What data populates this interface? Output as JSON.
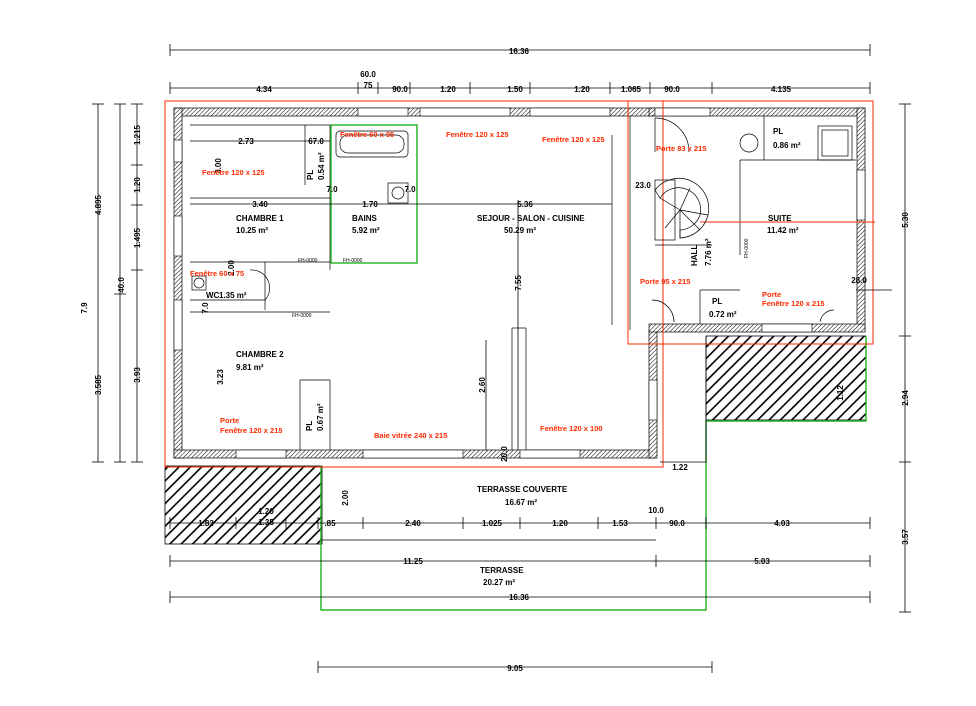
{
  "colors": {
    "annotation": "#ff2a00",
    "terrace_outline": "#22b022",
    "lines": "#000000"
  },
  "top_dims": {
    "overall": "16.36",
    "segments": [
      "4.34",
      "60.0",
      "75",
      "90.0",
      "1.20",
      "1.50",
      "1.20",
      "1.065",
      "90.0",
      "4.135"
    ]
  },
  "left_dims": {
    "outer": [
      "7.9"
    ],
    "middle": [
      "4.895",
      "40.0",
      "3.585"
    ],
    "inner": [
      "1.215",
      "1.20",
      "1.495",
      "3.93"
    ]
  },
  "right_dims": [
    "5.30",
    "2.94",
    "3.57"
  ],
  "bottom_dims": {
    "row1": [
      "1.83",
      "1.20",
      "1.35",
      ".85",
      "2.40",
      "1.025",
      "1.20",
      "1.53",
      "10.0",
      "90.0",
      "4.03"
    ],
    "row2": [
      "11.25",
      "5.03"
    ],
    "overall": "16.36",
    "terrace_width": "9.05"
  },
  "inner_dims": {
    "d273": "2.73",
    "d670": "67.0",
    "d70a": "7.0",
    "d70b": "7.0",
    "d340": "3.40",
    "d170": "1.70",
    "d536": "5.36",
    "d755": "7.55",
    "d200v": "2.00",
    "d300": "3.00",
    "d323": "3.23",
    "d70c": "7.0",
    "d200": "2.00",
    "d232": "23.0",
    "d260": "2.60",
    "d112": "1.12",
    "d122": "1.22",
    "d280": "28.0",
    "d200b": "20.0"
  },
  "rooms": {
    "chambre1": {
      "name": "CHAMBRE 1",
      "area": "10.25 m²"
    },
    "bains": {
      "name": "BAINS",
      "area": "5.92 m²"
    },
    "sejour": {
      "name": "SEJOUR - SALON - CUISINE",
      "area": "50.29 m²"
    },
    "suite": {
      "name": "SUITE",
      "area": "11.42 m²"
    },
    "wc": {
      "name": "WC",
      "area": "1.35 m²"
    },
    "chambre2": {
      "name": "CHAMBRE 2",
      "area": "9.81 m²"
    },
    "hall": {
      "name": "HALL",
      "area": "7.76 m²"
    },
    "pl1": {
      "name": "PL",
      "area": "0.54 m²"
    },
    "pl2": {
      "name": "PL",
      "area": "0.86 m²"
    },
    "pl3": {
      "name": "PL",
      "area": "0.72 m²"
    },
    "pl4": {
      "name": "PL",
      "area": "0.67 m²"
    },
    "terrasse_couverte": {
      "name": "TERRASSE COUVERTE",
      "area": "16.67 m²"
    },
    "terrasse": {
      "name": "TERRASSE",
      "area": "20.27 m²"
    }
  },
  "annotations": {
    "f60": "Fenêtre 60 x 95",
    "f120a": "Fenêtre 120 x 125",
    "f120b": "Fenêtre 120 x 125",
    "f120c": "Fenêtre 120 x 125",
    "porte83": "Porte 83 x 215",
    "f60x75": "Fenêtre 60 x 75",
    "porte95": "Porte 95 x 215",
    "porte_label": "Porte",
    "porte120": "Fenêtre 120 x 215",
    "porte120suite": "Fenêtre 120 x 215",
    "baie": "Baie vitrée 240 x 215",
    "f120x100": "Fenêtre 120 x 100"
  },
  "tags": {
    "fh1": "FH-0000",
    "fh2": "FH-0000",
    "fh3": "FH-0000",
    "fh4": "FH-0000"
  }
}
